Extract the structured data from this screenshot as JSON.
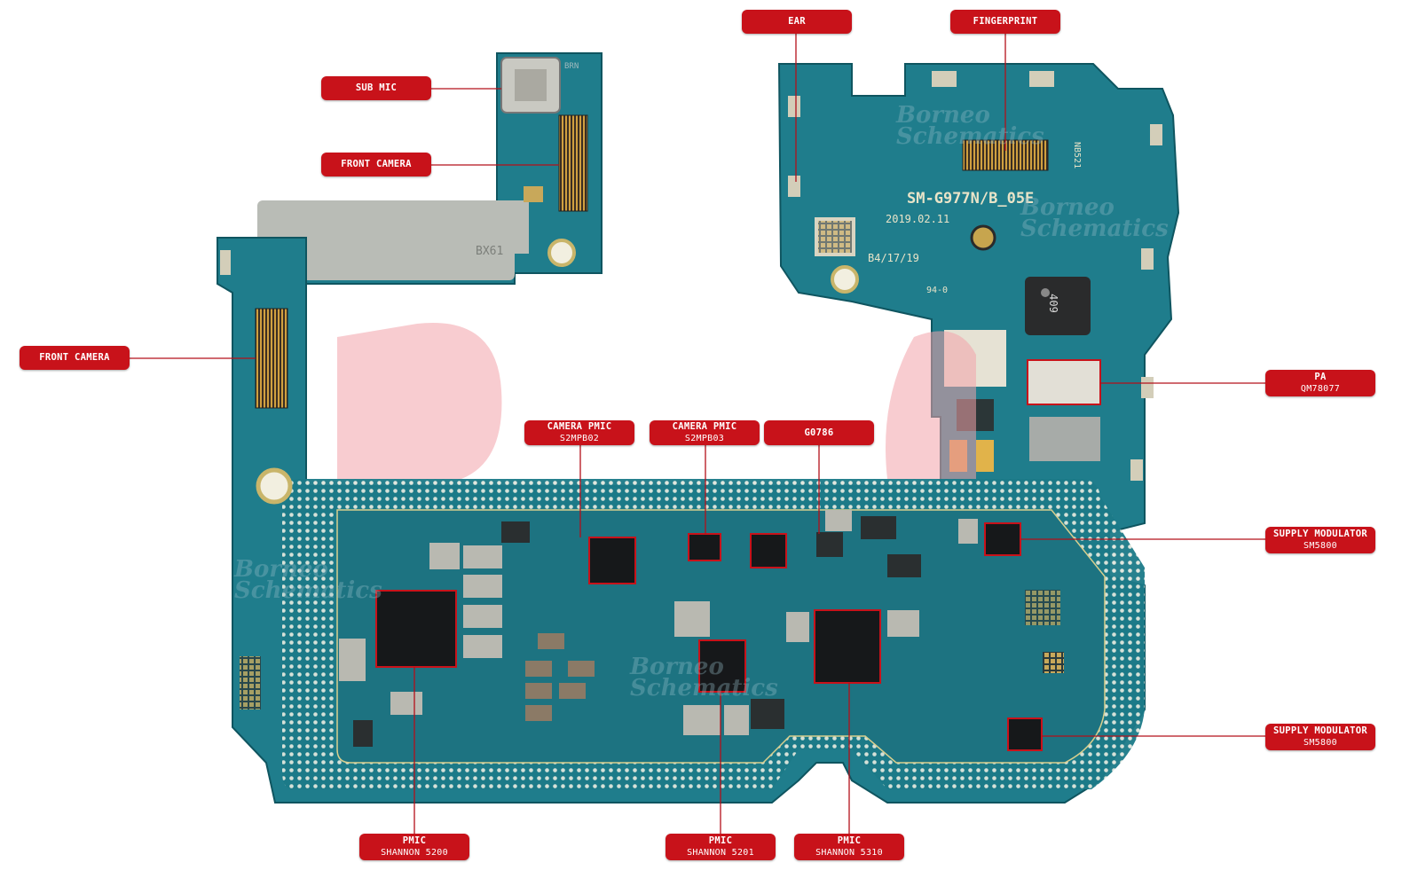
{
  "labels": [
    {
      "id": "ear",
      "title": "EAR",
      "sub": ""
    },
    {
      "id": "fingerprint",
      "title": "FINGERPRINT",
      "sub": ""
    },
    {
      "id": "sub-mic",
      "title": "SUB MIC",
      "sub": ""
    },
    {
      "id": "front-camera-top",
      "title": "FRONT CAMERA",
      "sub": ""
    },
    {
      "id": "front-camera-left",
      "title": "FRONT CAMERA",
      "sub": ""
    },
    {
      "id": "pa",
      "title": "PA",
      "sub": "QM78077"
    },
    {
      "id": "camera-pmic-1",
      "title": "CAMERA PMIC",
      "sub": "S2MPB02"
    },
    {
      "id": "camera-pmic-2",
      "title": "CAMERA PMIC",
      "sub": "S2MPB03"
    },
    {
      "id": "g0786",
      "title": "G0786",
      "sub": ""
    },
    {
      "id": "supply-modulator-1",
      "title": "SUPPLY MODULATOR",
      "sub": "SM5800"
    },
    {
      "id": "supply-modulator-2",
      "title": "SUPPLY MODULATOR",
      "sub": "SM5800"
    },
    {
      "id": "pmic-5200",
      "title": "PMIC",
      "sub": "SHANNON 5200"
    },
    {
      "id": "pmic-5201",
      "title": "PMIC",
      "sub": "SHANNON 5201"
    },
    {
      "id": "pmic-5310",
      "title": "PMIC",
      "sub": "SHANNON 5310"
    }
  ],
  "board_markings": {
    "model": "SM-G977N/B_05E",
    "date": "2019.02.11",
    "code1": "B4/17/19",
    "code2": "BX61",
    "code3": "NB521",
    "coil": "409",
    "brn": "BRN",
    "lot": "94-0"
  },
  "watermark": {
    "line1": "Borneo",
    "line2": "Schematics"
  },
  "colors": {
    "label_bg": "#c8121a",
    "pcb": "#1f7d8c",
    "line": "#b3101a"
  }
}
